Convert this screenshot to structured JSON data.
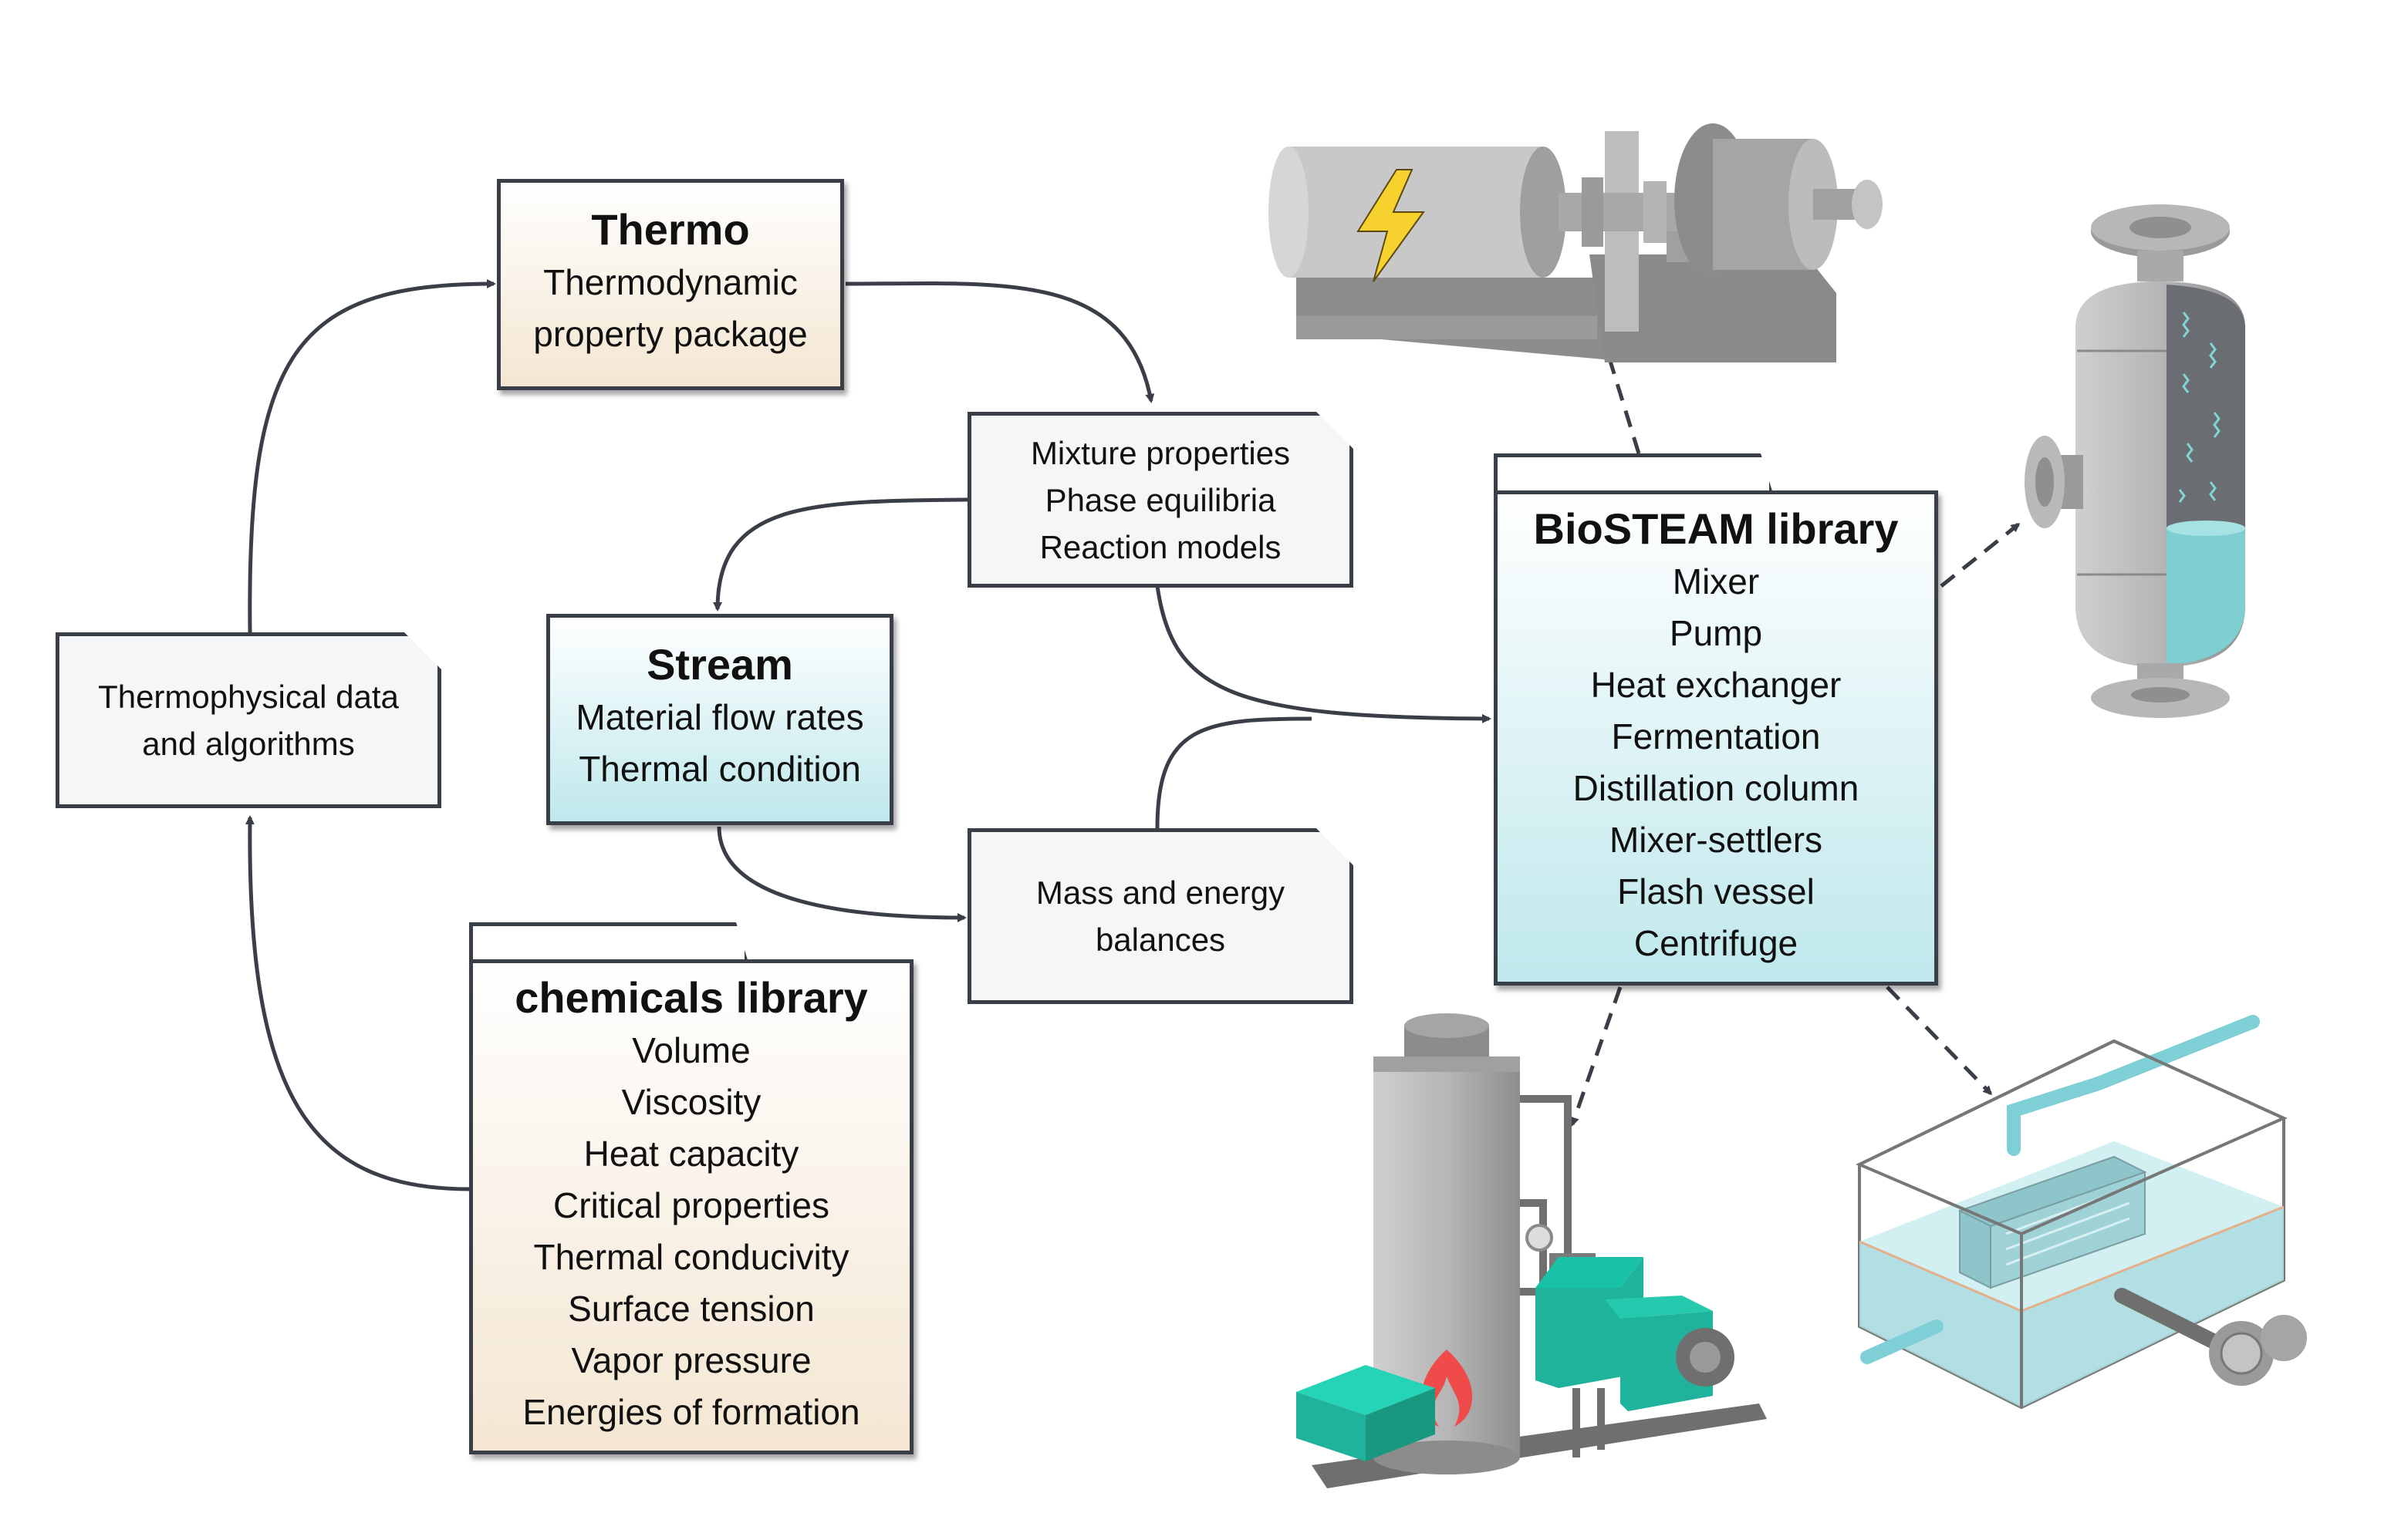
{
  "thermo": {
    "title": "Thermo",
    "lines": [
      "Thermodynamic",
      "property package"
    ]
  },
  "mixture_note": {
    "lines": [
      "Mixture properties",
      "Phase equilibria",
      "Reaction models"
    ]
  },
  "stream": {
    "title": "Stream",
    "lines": [
      "Material flow rates",
      "Thermal condition"
    ]
  },
  "thermophysical_note": {
    "lines": [
      "Thermophysical data",
      "and algorithms"
    ]
  },
  "balances_note": {
    "lines": [
      "Mass and energy",
      "balances"
    ]
  },
  "chemicals_library": {
    "title": "chemicals library",
    "items": [
      "Volume",
      "Viscosity",
      "Heat capacity",
      "Critical properties",
      "Thermal conducivity",
      "Surface tension",
      "Vapor pressure",
      "Energies of formation"
    ]
  },
  "biosteam_library": {
    "title": "BioSTEAM library",
    "items": [
      "Mixer",
      "Pump",
      "Heat exchanger",
      "Fermentation",
      "Distillation column",
      "Mixer-settlers",
      "Flash vessel",
      "Centrifuge"
    ]
  },
  "illustrations": [
    "pump-motor-illustration",
    "flash-vessel-illustration",
    "boiler-illustration",
    "mixer-settler-tank-illustration"
  ],
  "colors": {
    "border": "#3a3f47",
    "beige": "#f4e6d2",
    "cyan": "#bfe8ec",
    "note": "#f5f6f8",
    "equipment_gray": "#a9a9a9",
    "equipment_teal": "#1fb39b",
    "liquid": "#7fcfd2",
    "lightning": "#f7d12e",
    "flame": "#ef4b4b"
  }
}
